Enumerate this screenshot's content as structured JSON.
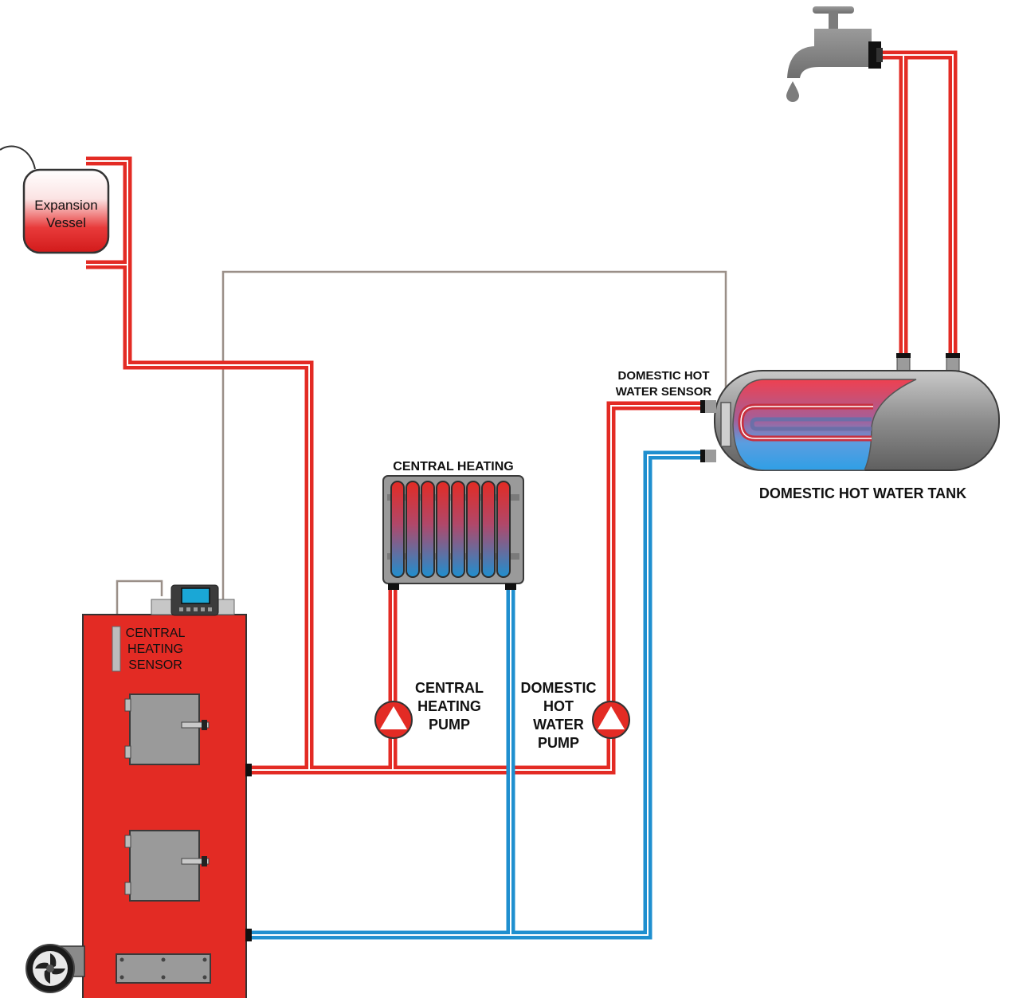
{
  "labels": {
    "expansion_vessel": [
      "Expansion",
      "Vessel"
    ],
    "central_heating": "CENTRAL HEATING",
    "central_heating_sensor": [
      "CENTRAL",
      "HEATING",
      "SENSOR"
    ],
    "central_heating_pump": [
      "CENTRAL",
      "HEATING",
      "PUMP"
    ],
    "domestic_hot_water_pump": [
      "DOMESTIC",
      "HOT",
      "WATER",
      "PUMP"
    ],
    "domestic_hot_water_sensor": [
      "DOMESTIC HOT",
      "WATER SENSOR"
    ],
    "domestic_hot_water_tank": "DOMESTIC HOT WATER TANK"
  },
  "colors": {
    "hot_pipe": "#e32b24",
    "cold_pipe": "#1f8fcf",
    "sensor_wire": "#9a8f88",
    "boiler": "#e32b24",
    "metal": "#8f8f8f",
    "outline": "#3a3a3a"
  },
  "icons": {
    "tap": "water-tap-icon",
    "pump": "pump-icon",
    "fan": "fan-icon",
    "controller": "controller-display-icon"
  }
}
